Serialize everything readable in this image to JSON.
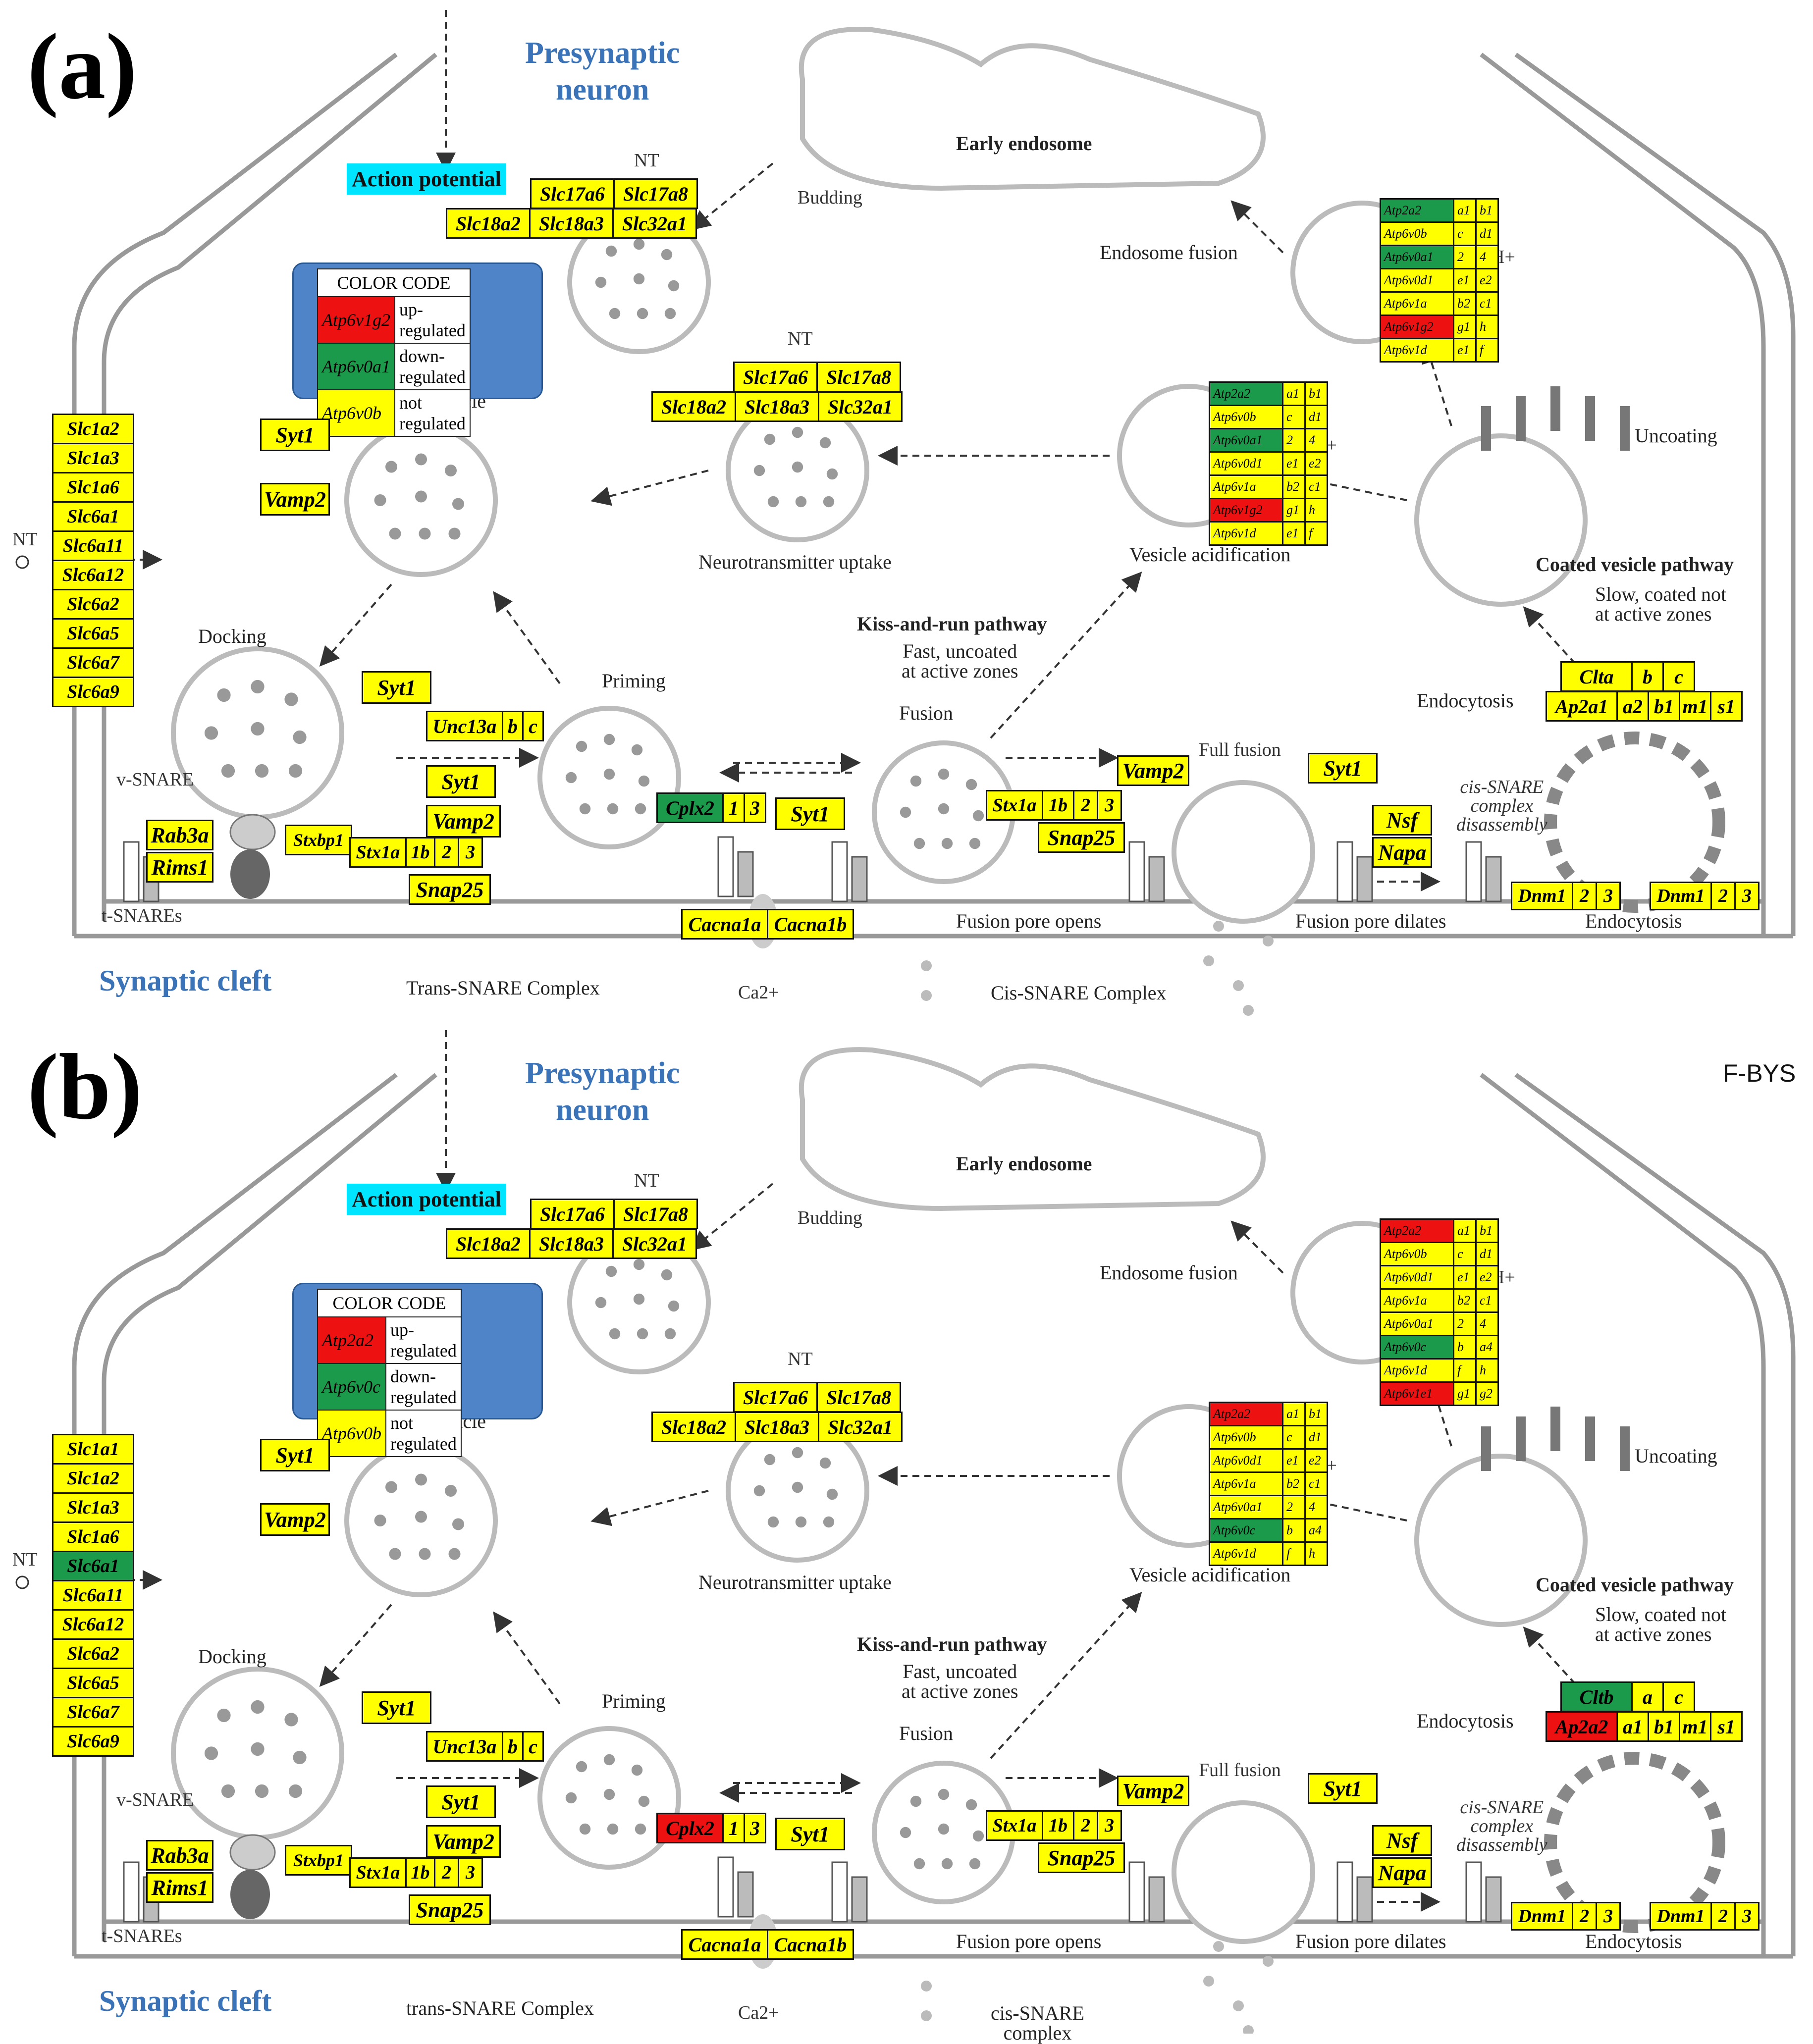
{
  "panels": [
    {
      "id": "a",
      "letter": "(a)",
      "presynaptic": "Presynaptic\nneuron",
      "action_potential": "Action potential",
      "early_endosome": "Early endosome",
      "budding": "Budding",
      "endosome_fusion": "Endosome fusion",
      "nt": "NT",
      "legend": {
        "title": "COLOR CODE",
        "rows": [
          {
            "gene": "Atp6v1g2",
            "color": "red",
            "text": "up-regulated"
          },
          {
            "gene": "Atp6v0a1",
            "color": "green",
            "text": "down-regulated"
          },
          {
            "gene": "Atp6v0b",
            "color": "yellow",
            "text": "not regulated"
          }
        ]
      },
      "labels": {
        "synaptic_vesicle": "Synaptic vesicle",
        "nt_uptake": "Neurotransmitter uptake",
        "vesicle_acid": "Vesicle acidification",
        "uncoating": "Uncoating",
        "coated_path": "Coated vesicle pathway",
        "slow": "Slow, coated not\nat active zones",
        "kiss": "Kiss-and-run pathway",
        "fast": "Fast, uncoated\nat active zones",
        "docking": "Docking",
        "priming": "Priming",
        "fusion": "Fusion",
        "full_fusion": "Full fusion",
        "endocytosis": "Endocytosis",
        "endocytosis2": "Endocytosis",
        "vsnare": "v-SNARE",
        "tsnare": "t-SNAREs",
        "cis_dis": "cis-SNARE\ncomplex\ndisassembly",
        "pore_opens": "Fusion pore opens",
        "pore_dilates": "Fusion pore dilates",
        "trans": "Trans-SNARE Complex",
        "cis": "Cis-SNARE Complex",
        "ca": "Ca2+",
        "h": "H+",
        "cleft": "Synaptic cleft"
      },
      "slc_top": [
        [
          "Slc17a6",
          "Slc17a8"
        ],
        [
          "Slc18a2",
          "Slc18a3",
          "Slc32a1"
        ]
      ],
      "slc_mid": [
        [
          "Slc17a6",
          "Slc17a8"
        ],
        [
          "Slc18a2",
          "Slc18a3",
          "Slc32a1"
        ]
      ],
      "transporters": [
        [
          "Slc1a2",
          "y"
        ],
        [
          "Slc1a3",
          "y"
        ],
        [
          "Slc1a6",
          "y"
        ],
        [
          "Slc6a1",
          "y"
        ],
        [
          "Slc6a11",
          "y"
        ],
        [
          "Slc6a12",
          "y"
        ],
        [
          "Slc6a2",
          "y"
        ],
        [
          "Slc6a5",
          "y"
        ],
        [
          "Slc6a7",
          "y"
        ],
        [
          "Slc6a9",
          "y"
        ]
      ],
      "atp_top": [
        [
          [
            "Atp2a2",
            "g"
          ],
          [
            "a1",
            "y"
          ],
          [
            "b1",
            "y"
          ]
        ],
        [
          [
            "Atp6v0b",
            "y"
          ],
          [
            "c",
            "y"
          ],
          [
            "d1",
            "y"
          ]
        ],
        [
          [
            "Atp6v0a1",
            "g"
          ],
          [
            "2",
            "y"
          ],
          [
            "4",
            "y"
          ]
        ],
        [
          [
            "Atp6v0d1",
            "y"
          ],
          [
            "e1",
            "y"
          ],
          [
            "e2",
            "y"
          ]
        ],
        [
          [
            "Atp6v1a",
            "y"
          ],
          [
            "b2",
            "y"
          ],
          [
            "c1",
            "y"
          ]
        ],
        [
          [
            "Atp6v1g2",
            "r"
          ],
          [
            "g1",
            "y"
          ],
          [
            "h",
            "y"
          ]
        ],
        [
          [
            "Atp6v1d",
            "y"
          ],
          [
            "e1",
            "y"
          ],
          [
            "f",
            "y"
          ]
        ]
      ],
      "atp_mid": [
        [
          [
            "Atp2a2",
            "g"
          ],
          [
            "a1",
            "y"
          ],
          [
            "b1",
            "y"
          ]
        ],
        [
          [
            "Atp6v0b",
            "y"
          ],
          [
            "c",
            "y"
          ],
          [
            "d1",
            "y"
          ]
        ],
        [
          [
            "Atp6v0a1",
            "g"
          ],
          [
            "2",
            "y"
          ],
          [
            "4",
            "y"
          ]
        ],
        [
          [
            "Atp6v0d1",
            "y"
          ],
          [
            "e1",
            "y"
          ],
          [
            "e2",
            "y"
          ]
        ],
        [
          [
            "Atp6v1a",
            "y"
          ],
          [
            "b2",
            "y"
          ],
          [
            "c1",
            "y"
          ]
        ],
        [
          [
            "Atp6v1g2",
            "r"
          ],
          [
            "g1",
            "y"
          ],
          [
            "h",
            "y"
          ]
        ],
        [
          [
            "Atp6v1d",
            "y"
          ],
          [
            "e1",
            "y"
          ],
          [
            "f",
            "y"
          ]
        ]
      ],
      "genes": {
        "syt1": "Syt1",
        "vamp2": "Vamp2",
        "unc13a": [
          "Unc13a",
          "b",
          "c"
        ],
        "cplx2": [
          [
            "Cplx2",
            "g"
          ],
          [
            "1",
            "y"
          ],
          [
            "3",
            "y"
          ]
        ],
        "rab3a": "Rab3a",
        "rims1": "Rims1",
        "stxbp1": "Stxbp1",
        "stx1a": [
          "Stx1a",
          "1b",
          "2",
          "3"
        ],
        "snap25": "Snap25",
        "cacna": [
          "Cacna1a",
          "Cacna1b"
        ],
        "clt": [
          [
            "Clta",
            "y"
          ],
          [
            "b",
            "y"
          ],
          [
            "c",
            "y"
          ]
        ],
        "ap2": [
          [
            "Ap2a1",
            "y"
          ],
          [
            "a2",
            "y"
          ],
          [
            "b1",
            "y"
          ],
          [
            "m1",
            "y"
          ],
          [
            "s1",
            "y"
          ]
        ],
        "dnm": [
          "Dnm1",
          "2",
          "3"
        ],
        "nsf": "Nsf",
        "napa": "Napa"
      }
    },
    {
      "id": "b",
      "letter": "(b)",
      "presynaptic": "Presynaptic\nneuron",
      "action_potential": "Action potential",
      "early_endosome": "Early endosome",
      "budding": "Budding",
      "endosome_fusion": "Endosome fusion",
      "nt": "NT",
      "legend": {
        "title": "COLOR CODE",
        "rows": [
          {
            "gene": "Atp2a2",
            "color": "red",
            "text": "up-regulated"
          },
          {
            "gene": "Atp6v0c",
            "color": "green",
            "text": "down-regulated"
          },
          {
            "gene": "Atp6v0b",
            "color": "yellow",
            "text": "not regulated"
          }
        ]
      },
      "labels": {
        "synaptic_vesicle": "Synaptic vesicle",
        "nt_uptake": "Neurotransmitter uptake",
        "vesicle_acid": "Vesicle acidification",
        "uncoating": "Uncoating",
        "coated_path": "Coated vesicle pathway",
        "slow": "Slow, coated not\nat active zones",
        "kiss": "Kiss-and-run pathway",
        "fast": "Fast, uncoated\nat active zones",
        "docking": "Docking",
        "priming": "Priming",
        "fusion": "Fusion",
        "full_fusion": "Full fusion",
        "endocytosis": "Endocytosis",
        "endocytosis2": "Endocytosis",
        "vsnare": "v-SNARE",
        "tsnare": "t-SNAREs",
        "cis_dis": "cis-SNARE\ncomplex\ndisassembly",
        "pore_opens": "Fusion pore opens",
        "pore_dilates": "Fusion pore dilates",
        "trans": "trans-SNARE Complex",
        "cis": "cis-SNARE\ncomplex",
        "ca": "Ca2+",
        "h": "H+",
        "cleft": "Synaptic cleft"
      },
      "slc_top": [
        [
          "Slc17a6",
          "Slc17a8"
        ],
        [
          "Slc18a2",
          "Slc18a3",
          "Slc32a1"
        ]
      ],
      "slc_mid": [
        [
          "Slc17a6",
          "Slc17a8"
        ],
        [
          "Slc18a2",
          "Slc18a3",
          "Slc32a1"
        ]
      ],
      "transporters": [
        [
          "Slc1a1",
          "y"
        ],
        [
          "Slc1a2",
          "y"
        ],
        [
          "Slc1a3",
          "y"
        ],
        [
          "Slc1a6",
          "y"
        ],
        [
          "Slc6a1",
          "g"
        ],
        [
          "Slc6a11",
          "y"
        ],
        [
          "Slc6a12",
          "y"
        ],
        [
          "Slc6a2",
          "y"
        ],
        [
          "Slc6a5",
          "y"
        ],
        [
          "Slc6a7",
          "y"
        ],
        [
          "Slc6a9",
          "y"
        ]
      ],
      "atp_top": [
        [
          [
            "Atp2a2",
            "r"
          ],
          [
            "a1",
            "y"
          ],
          [
            "b1",
            "y"
          ]
        ],
        [
          [
            "Atp6v0b",
            "y"
          ],
          [
            "c",
            "y"
          ],
          [
            "d1",
            "y"
          ]
        ],
        [
          [
            "Atp6v0d1",
            "y"
          ],
          [
            "e1",
            "y"
          ],
          [
            "e2",
            "y"
          ]
        ],
        [
          [
            "Atp6v1a",
            "y"
          ],
          [
            "b2",
            "y"
          ],
          [
            "c1",
            "y"
          ]
        ],
        [
          [
            "Atp6v0a1",
            "y"
          ],
          [
            "2",
            "y"
          ],
          [
            "4",
            "y"
          ]
        ],
        [
          [
            "Atp6v0c",
            "g"
          ],
          [
            "b",
            "y"
          ],
          [
            "a4",
            "y"
          ]
        ],
        [
          [
            "Atp6v1d",
            "y"
          ],
          [
            "f",
            "y"
          ],
          [
            "h",
            "y"
          ]
        ],
        [
          [
            "Atp6v1e1",
            "r"
          ],
          [
            "g1",
            "y"
          ],
          [
            "g2",
            "y"
          ]
        ]
      ],
      "atp_mid": [
        [
          [
            "Atp2a2",
            "r"
          ],
          [
            "a1",
            "y"
          ],
          [
            "b1",
            "y"
          ]
        ],
        [
          [
            "Atp6v0b",
            "y"
          ],
          [
            "c",
            "y"
          ],
          [
            "d1",
            "y"
          ]
        ],
        [
          [
            "Atp6v0d1",
            "y"
          ],
          [
            "e1",
            "y"
          ],
          [
            "e2",
            "y"
          ]
        ],
        [
          [
            "Atp6v1a",
            "y"
          ],
          [
            "b2",
            "y"
          ],
          [
            "c1",
            "y"
          ]
        ],
        [
          [
            "Atp6v0a1",
            "y"
          ],
          [
            "2",
            "y"
          ],
          [
            "4",
            "y"
          ]
        ],
        [
          [
            "Atp6v0c",
            "g"
          ],
          [
            "b",
            "y"
          ],
          [
            "a4",
            "y"
          ]
        ],
        [
          [
            "Atp6v1d",
            "y"
          ],
          [
            "f",
            "y"
          ],
          [
            "h",
            "y"
          ]
        ]
      ],
      "genes": {
        "syt1": "Syt1",
        "vamp2": "Vamp2",
        "unc13a": [
          "Unc13a",
          "b",
          "c"
        ],
        "cplx2": [
          [
            "Cplx2",
            "r"
          ],
          [
            "1",
            "y"
          ],
          [
            "3",
            "y"
          ]
        ],
        "rab3a": "Rab3a",
        "rims1": "Rims1",
        "stxbp1": "Stxbp1",
        "stx1a": [
          "Stx1a",
          "1b",
          "2",
          "3"
        ],
        "snap25": "Snap25",
        "cacna": [
          "Cacna1a",
          "Cacna1b"
        ],
        "clt": [
          [
            "Cltb",
            "g"
          ],
          [
            "a",
            "y"
          ],
          [
            "c",
            "y"
          ]
        ],
        "ap2": [
          [
            "Ap2a2",
            "r"
          ],
          [
            "a1",
            "y"
          ],
          [
            "b1",
            "y"
          ],
          [
            "m1",
            "y"
          ],
          [
            "s1",
            "y"
          ]
        ],
        "dnm": [
          "Dnm1",
          "2",
          "3"
        ],
        "nsf": "Nsf",
        "napa": "Napa"
      }
    }
  ],
  "corner_label": "F-BYS"
}
